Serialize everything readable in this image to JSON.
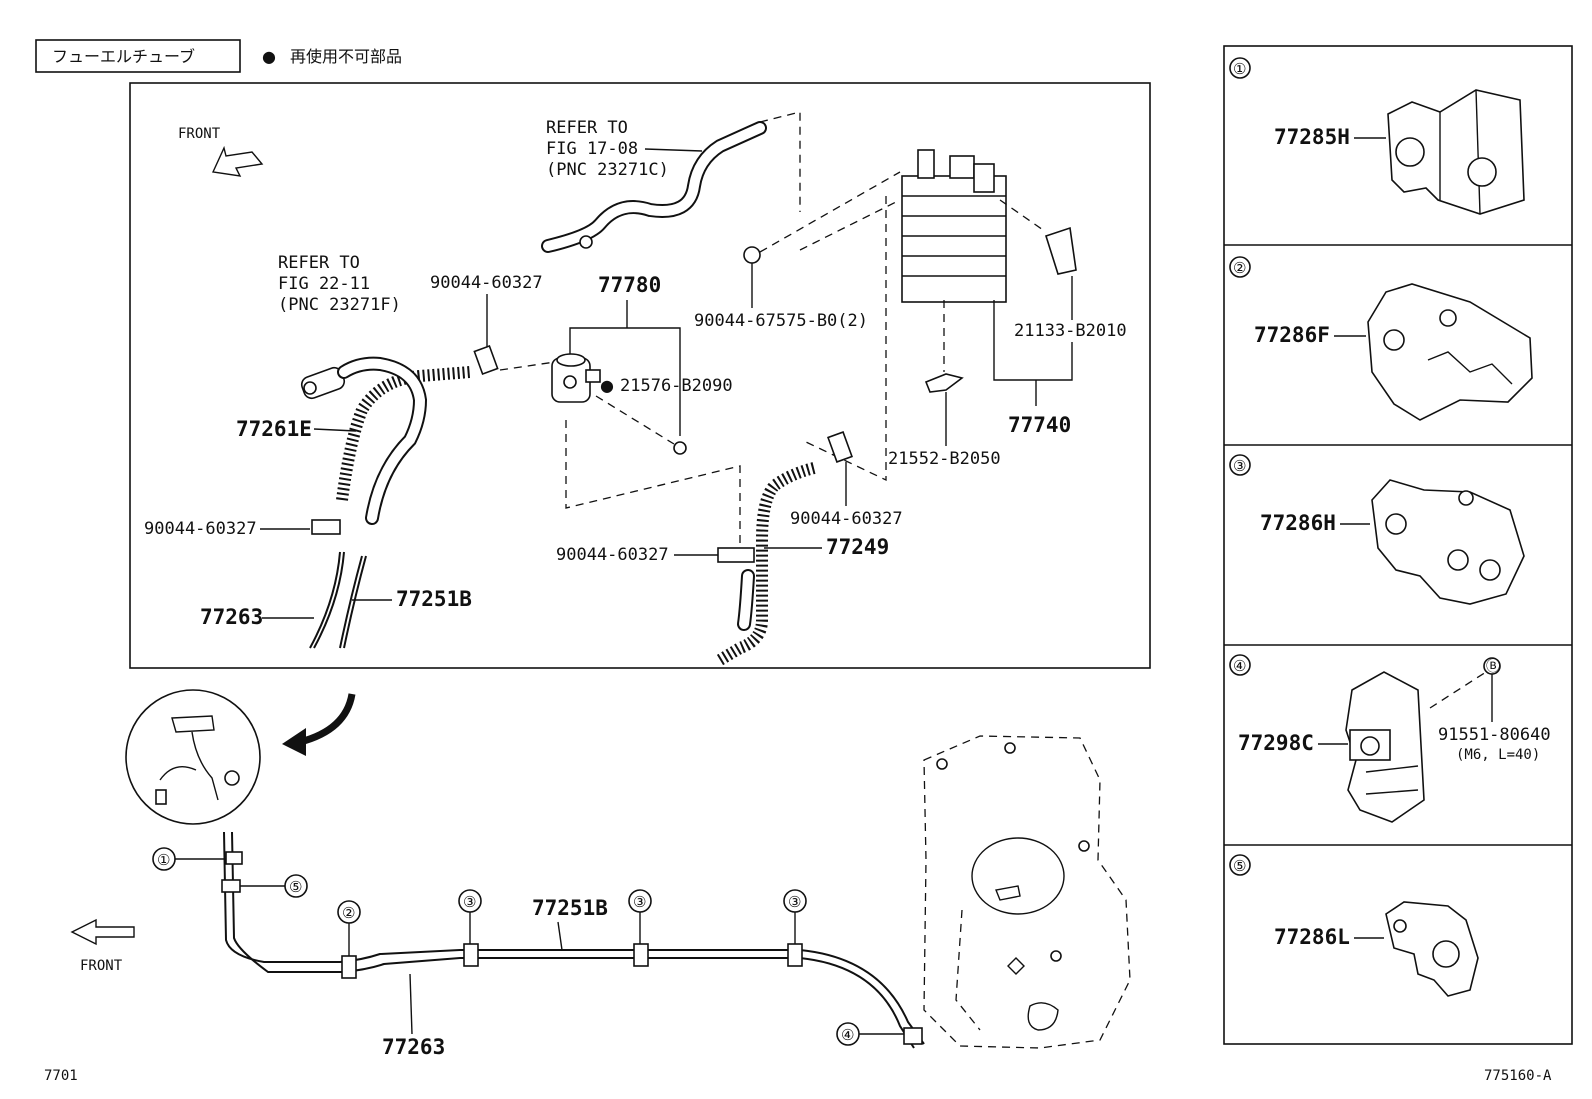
{
  "header": {
    "title_box": "フューエルチューブ",
    "legend_dot": "●",
    "legend_text": "再使用不可部品"
  },
  "detail": {
    "front_label": "FRONT",
    "refer_a": [
      "REFER TO",
      "FIG 17-08",
      "(PNC 23271C)"
    ],
    "refer_b": [
      "REFER TO",
      "FIG 22-11",
      "(PNC 23271F)"
    ],
    "parts": {
      "p77780": "77780",
      "p90044_60327_top": "90044-60327",
      "p90044_67575": "90044-67575-B0(2)",
      "p21576": "21576-B2090",
      "p21576_dot": "●",
      "p21133": "21133-B2010",
      "p77740": "77740",
      "p21552": "21552-B2050",
      "p77261E": "77261E",
      "p90044_60327_left": "90044-60327",
      "p90044_60327_right": "90044-60327",
      "p90044_60327_mid": "90044-60327",
      "p77249": "77249",
      "p77263": "77263",
      "p77251B": "77251B"
    }
  },
  "overview": {
    "front_label": "FRONT",
    "callouts": {
      "c1": "①",
      "c5": "⑤",
      "c2": "②",
      "c3a": "③",
      "c3b": "③",
      "c3c": "③",
      "c4": "④"
    },
    "p77251B": "77251B",
    "p77263": "77263"
  },
  "clamps": [
    {
      "num": "①",
      "part": "77285H"
    },
    {
      "num": "②",
      "part": "77286F"
    },
    {
      "num": "③",
      "part": "77286H"
    },
    {
      "num": "④",
      "part": "77298C",
      "bolt_ref": "Ⓑ",
      "bolt_part": "91551-80640",
      "bolt_spec": "(M6, L=40)"
    },
    {
      "num": "⑤",
      "part": "77286L"
    }
  ],
  "footer": {
    "left_code": "7701",
    "right_code": "775160-A"
  }
}
